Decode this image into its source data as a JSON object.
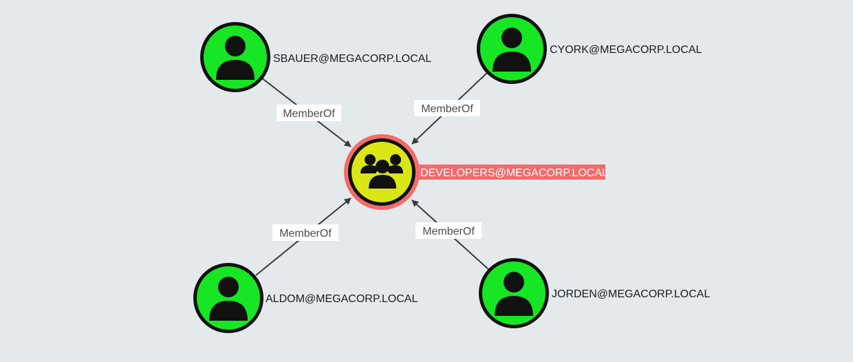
{
  "colors": {
    "background": "#e4e9ec",
    "user_node_fill": "#17e625",
    "group_node_fill": "#dbe617",
    "node_border": "#111111",
    "selected_ring": "#f36b6b",
    "selected_label_bg": "#f36b6b",
    "edge": "#3a3a3a",
    "edge_label_bg": "#ffffff"
  },
  "icons": {
    "user": "user-icon",
    "group": "group-icon"
  },
  "group": {
    "label": "DEVELOPERS@MEGACORP.LOCAL",
    "selected": true
  },
  "users": [
    {
      "label": "SBAUER@MEGACORP.LOCAL"
    },
    {
      "label": "CYORK@MEGACORP.LOCAL"
    },
    {
      "label": "ALDOM@MEGACORP.LOCAL"
    },
    {
      "label": "JORDEN@MEGACORP.LOCAL"
    }
  ],
  "edges": [
    {
      "from": "SBAUER@MEGACORP.LOCAL",
      "to": "DEVELOPERS@MEGACORP.LOCAL",
      "label": "MemberOf"
    },
    {
      "from": "CYORK@MEGACORP.LOCAL",
      "to": "DEVELOPERS@MEGACORP.LOCAL",
      "label": "MemberOf"
    },
    {
      "from": "ALDOM@MEGACORP.LOCAL",
      "to": "DEVELOPERS@MEGACORP.LOCAL",
      "label": "MemberOf"
    },
    {
      "from": "JORDEN@MEGACORP.LOCAL",
      "to": "DEVELOPERS@MEGACORP.LOCAL",
      "label": "MemberOf"
    }
  ]
}
